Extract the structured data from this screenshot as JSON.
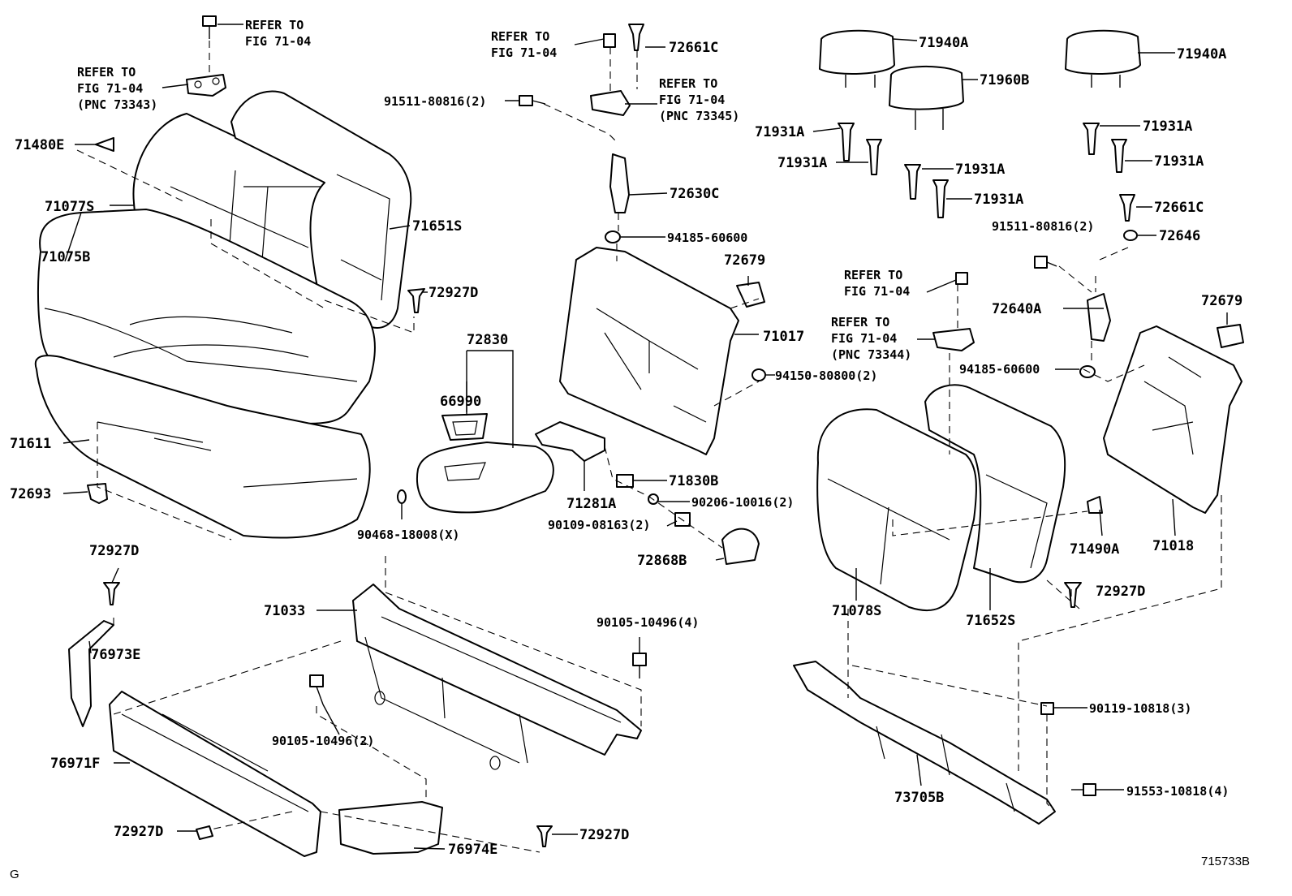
{
  "diagram": {
    "corner_left": "G",
    "corner_right": "715733B",
    "labels": {
      "refer_a_1": "REFER TO",
      "refer_a_2": "FIG 71-04",
      "refer_b_1": "REFER TO",
      "refer_b_2": "FIG 71-04",
      "refer_b_3": "(PNC 73343)",
      "refer_c_1": "REFER TO",
      "refer_c_2": "FIG 71-04",
      "refer_d_1": "REFER TO",
      "refer_d_2": "FIG 71-04",
      "refer_d_3": "(PNC 73345)",
      "refer_e_1": "REFER TO",
      "refer_e_2": "FIG 71-04",
      "refer_f_1": "REFER TO",
      "refer_f_2": "FIG 71-04",
      "refer_f_3": "(PNC 73344)",
      "p71480E": "71480E",
      "p71077S": "71077S",
      "p71075B": "71075B",
      "p71611": "71611",
      "p72693": "72693",
      "p71651S": "71651S",
      "p72927D_a": "72927D",
      "p72927D_b": "72927D",
      "p72927D_c": "72927D",
      "p72927D_d": "72927D",
      "p72927D_e": "72927D",
      "p76973E": "76973E",
      "p76971F": "76971F",
      "p76974E": "76974E",
      "p71033": "71033",
      "p90105_10496_4": "90105-10496(4)",
      "p90105_10496_2": "90105-10496(2)",
      "p72830": "72830",
      "p66990": "66990",
      "p90468_18008": "90468-18008(X)",
      "p91511_80816_a": "91511-80816(2)",
      "p72661C_a": "72661C",
      "p72630C": "72630C",
      "p94185_60600_a": "94185-60600",
      "p72679_a": "72679",
      "p71017": "71017",
      "p94150_80800": "94150-80800(2)",
      "p71281A": "71281A",
      "p71830B": "71830B",
      "p90206_10016": "90206-10016(2)",
      "p90109_08163": "90109-08163(2)",
      "p72868B": "72868B",
      "p71940A_a": "71940A",
      "p71960B": "71960B",
      "p71931A_a": "71931A",
      "p71931A_b": "71931A",
      "p71931A_c": "71931A",
      "p71931A_d": "71931A",
      "p71940A_b": "71940A",
      "p71931A_e": "71931A",
      "p71931A_f": "71931A",
      "p72661C_b": "72661C",
      "p91511_80816_b": "91511-80816(2)",
      "p72646": "72646",
      "p72640A": "72640A",
      "p72679_b": "72679",
      "p94185_60600_b": "94185-60600",
      "p71078S": "71078S",
      "p71652S": "71652S",
      "p71490A": "71490A",
      "p71018": "71018",
      "p90119_10818": "90119-10818(3)",
      "p91553_10818": "91553-10818(4)",
      "p73705B": "73705B"
    }
  }
}
